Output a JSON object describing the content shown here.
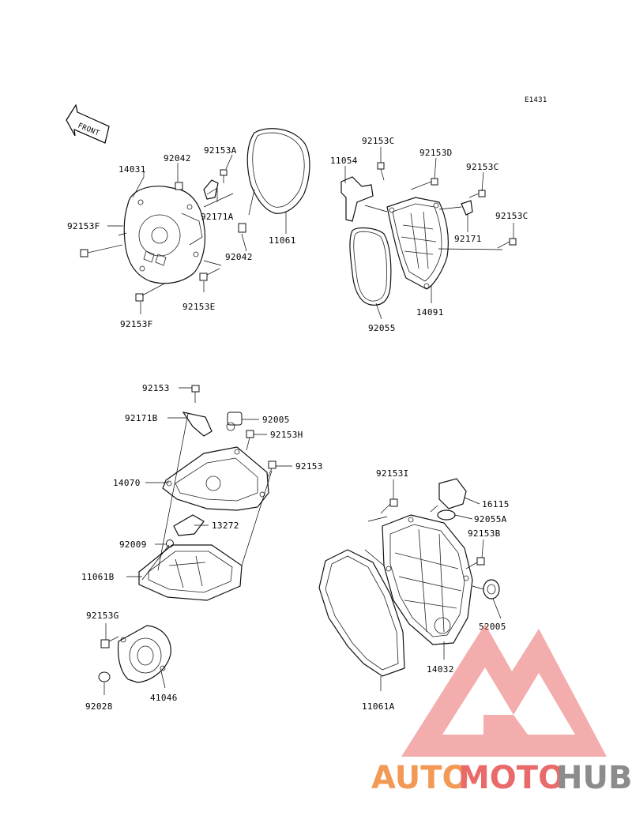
{
  "diagram_code": "E1431",
  "front_arrow": {
    "label": "FRONT"
  },
  "parts": {
    "p14031": "14031",
    "p92042a": "92042",
    "p92153A": "92153A",
    "p92171A": "92171A",
    "p92042b": "92042",
    "p11061": "11061",
    "p92153F_a": "92153F",
    "p92153E": "92153E",
    "p92153F_b": "92153F",
    "p11054": "11054",
    "p92153C_a": "92153C",
    "p92153D": "92153D",
    "p92153C_b": "92153C",
    "p92153C_c": "92153C",
    "p92171": "92171",
    "p14091": "14091",
    "p92055": "92055",
    "p92153_a": "92153",
    "p92171B": "92171B",
    "p92005": "92005",
    "p92153H": "92153H",
    "p92153_b": "92153",
    "p14070": "14070",
    "p13272": "13272",
    "p92009": "92009",
    "p11061B": "11061B",
    "p92153G": "92153G",
    "p92028": "92028",
    "p41046": "41046",
    "p92153I": "92153I",
    "p16115": "16115",
    "p92055A": "92055A",
    "p92153B": "92153B",
    "p52005": "52005",
    "p14032": "14032",
    "p11061A": "11061A"
  },
  "watermark": {
    "auto": "AUTO",
    "moto": "MOTO",
    "hub": "HUB"
  },
  "colors": {
    "watermark_red": "#e96a6a",
    "watermark_orange": "#f29a55",
    "watermark_gray": "#8c8c8c"
  }
}
